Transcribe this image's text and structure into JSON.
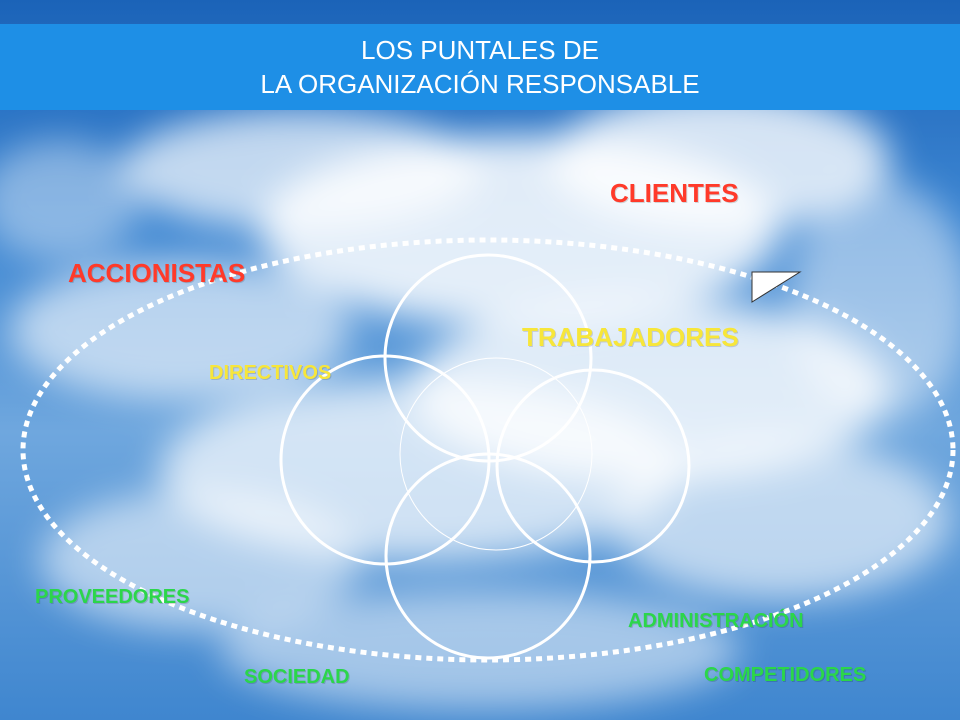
{
  "title": {
    "line1": "LOS PUNTALES DE",
    "line2": "LA ORGANIZACIÓN RESPONSABLE"
  },
  "labels": {
    "clientes": "CLIENTES",
    "accionistas": "ACCIONISTAS",
    "trabajadores": "TRABAJADORES",
    "directivos": "DIRECTIVOS",
    "proveedores": "PROVEEDORES",
    "administracion": "ADMINISTRACIÓN",
    "sociedad": "SOCIEDAD",
    "competidores": "COMPETIDORES"
  },
  "colors": {
    "outer_groups": "#ff3a2a",
    "inner_groups": "#f7e63a",
    "external_groups": "#2bd64a",
    "title_bar": "#1e8fe6"
  }
}
